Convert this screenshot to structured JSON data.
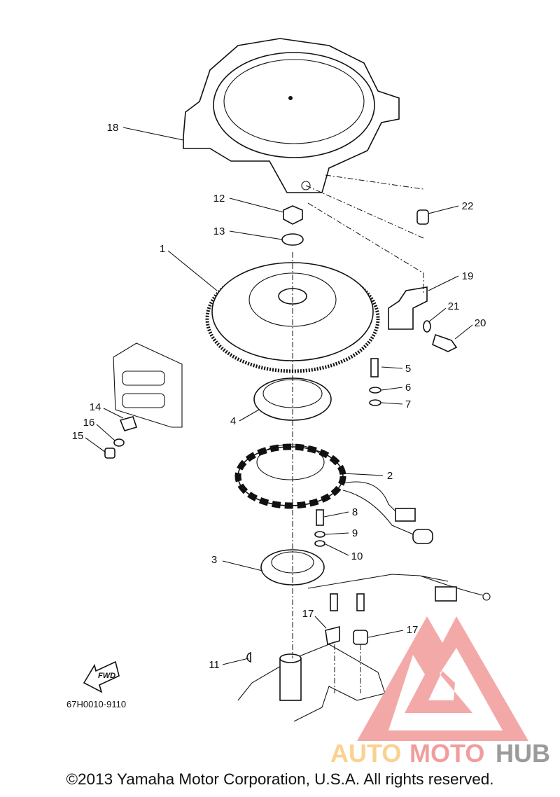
{
  "diagram": {
    "code": "67H0010-9110",
    "fwd_label": "FWD",
    "callouts": [
      "1",
      "2",
      "3",
      "4",
      "5",
      "6",
      "7",
      "8",
      "9",
      "10",
      "11",
      "12",
      "13",
      "14",
      "15",
      "16",
      "17",
      "17",
      "18",
      "19",
      "20",
      "21",
      "22"
    ]
  },
  "watermark": {
    "part1": "AUTO",
    "part2": "MOTO",
    "part3": "HUB",
    "colors": {
      "auto": "#fbc97d",
      "moto": "#f08c8c",
      "hub": "#8a8a8a"
    }
  },
  "footer": {
    "copyright": "©2013 Yamaha Motor Corporation, U.S.A. All rights reserved."
  }
}
